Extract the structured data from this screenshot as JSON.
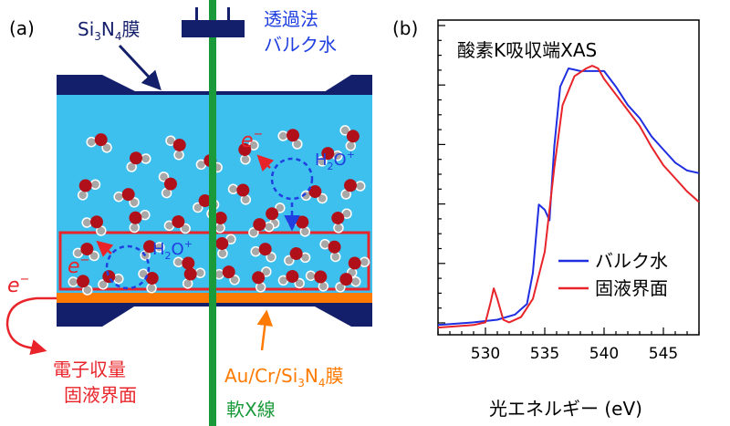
{
  "panel_a": {
    "label": "(a)",
    "si3n4_prefix": "Si",
    "si3n4_sub1": "3",
    "si3n4_mid": "N",
    "si3n4_sub2": "4",
    "si3n4_suffix": "膜",
    "method_line1": "透過法",
    "method_line2": "バルク水",
    "electron": "e",
    "electron_charge": "−",
    "h2o_prefix": "H",
    "h2o_sub": "2",
    "h2o_suffix": "O",
    "h2o_charge": "+",
    "tey_line1": "電子収量",
    "tey_line2": "固液界面",
    "film_prefix": "Au/Cr/Si",
    "film_sub1": "3",
    "film_mid": "N",
    "film_sub2": "4",
    "film_suffix": "膜",
    "xray_label": "軟X線",
    "colors": {
      "frame": "#141f6b",
      "water": "#3ec0ee",
      "xray": "#1a9a3a",
      "gold": "#ff7a00",
      "red": "#e8242a",
      "blue": "#1f3fe0",
      "oxygen": "#b0101a",
      "hydrogen": "#a8a8a8"
    }
  },
  "panel_b": {
    "label": "(b)",
    "chart_title": "酸素K吸収端XAS",
    "xlabel": "光エネルギー (eV)"
  },
  "chart_data": {
    "type": "line",
    "title": "酸素K吸収端XAS",
    "xlabel": "光エネルギー (eV)",
    "ylabel": "",
    "xlim": [
      526,
      548
    ],
    "x_ticks": [
      530,
      535,
      540,
      545
    ],
    "legend_position": "bottom-right",
    "series": [
      {
        "name": "バルク水",
        "color": "#1f2ee0",
        "points": [
          [
            526,
            0.02
          ],
          [
            529,
            0.03
          ],
          [
            531,
            0.04
          ],
          [
            532.5,
            0.06
          ],
          [
            533.5,
            0.1
          ],
          [
            534,
            0.22
          ],
          [
            534.5,
            0.48
          ],
          [
            535,
            0.46
          ],
          [
            535.4,
            0.42
          ],
          [
            535.8,
            0.7
          ],
          [
            536.3,
            0.93
          ],
          [
            537,
            1.0
          ],
          [
            537.5,
            0.995
          ],
          [
            538,
            0.99
          ],
          [
            539,
            0.99
          ],
          [
            540,
            0.99
          ],
          [
            541,
            0.93
          ],
          [
            542,
            0.86
          ],
          [
            543,
            0.81
          ],
          [
            544,
            0.74
          ],
          [
            545,
            0.69
          ],
          [
            546,
            0.64
          ],
          [
            547,
            0.61
          ],
          [
            548,
            0.6
          ]
        ]
      },
      {
        "name": "固液界面",
        "color": "#e8242a",
        "points": [
          [
            526,
            0.01
          ],
          [
            529,
            0.02
          ],
          [
            530,
            0.03
          ],
          [
            530.4,
            0.1
          ],
          [
            530.7,
            0.16
          ],
          [
            531,
            0.12
          ],
          [
            531.5,
            0.04
          ],
          [
            532,
            0.03
          ],
          [
            533,
            0.05
          ],
          [
            534,
            0.12
          ],
          [
            535,
            0.3
          ],
          [
            535.8,
            0.62
          ],
          [
            536.5,
            0.86
          ],
          [
            537.5,
            0.97
          ],
          [
            538.5,
            1.0
          ],
          [
            539,
            1.01
          ],
          [
            539.5,
            1.0
          ],
          [
            540,
            0.96
          ],
          [
            541,
            0.9
          ],
          [
            542,
            0.84
          ],
          [
            543,
            0.78
          ],
          [
            544,
            0.7
          ],
          [
            545,
            0.63
          ],
          [
            546,
            0.58
          ],
          [
            547,
            0.53
          ],
          [
            548,
            0.49
          ]
        ]
      }
    ]
  }
}
